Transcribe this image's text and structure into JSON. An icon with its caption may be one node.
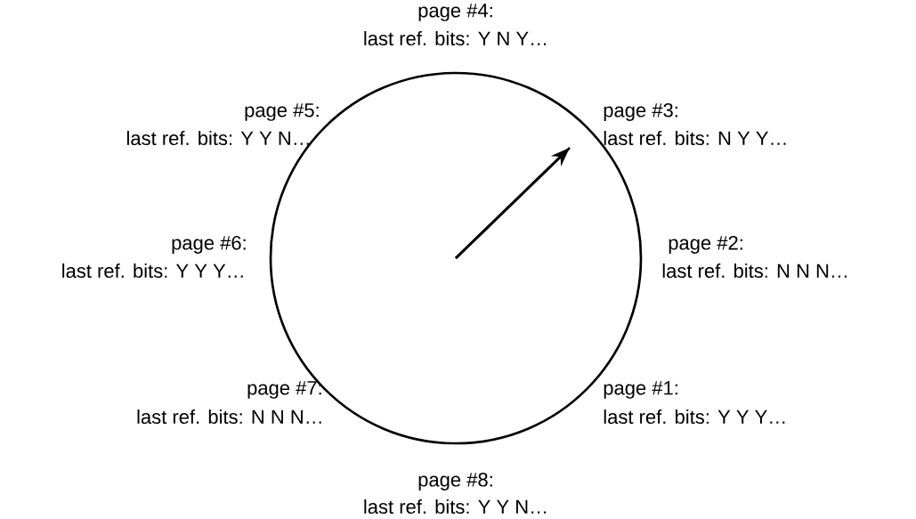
{
  "diagram": {
    "labels": [
      "page #4:",
      "last ref. bits: Y N Y…",
      "page #5:",
      "last ref. bits: Y Y N…",
      "page #3:",
      "last ref. bits: N Y Y…",
      "page #6:",
      "last ref. bits: Y Y Y…",
      "page #2:",
      "last ref. bits: N N N…",
      "page #7:",
      "last ref. bits: N N N…",
      "page #1:",
      "last ref. bits: Y Y Y…",
      "page #8:",
      "last ref. bits: Y Y N…"
    ]
  }
}
